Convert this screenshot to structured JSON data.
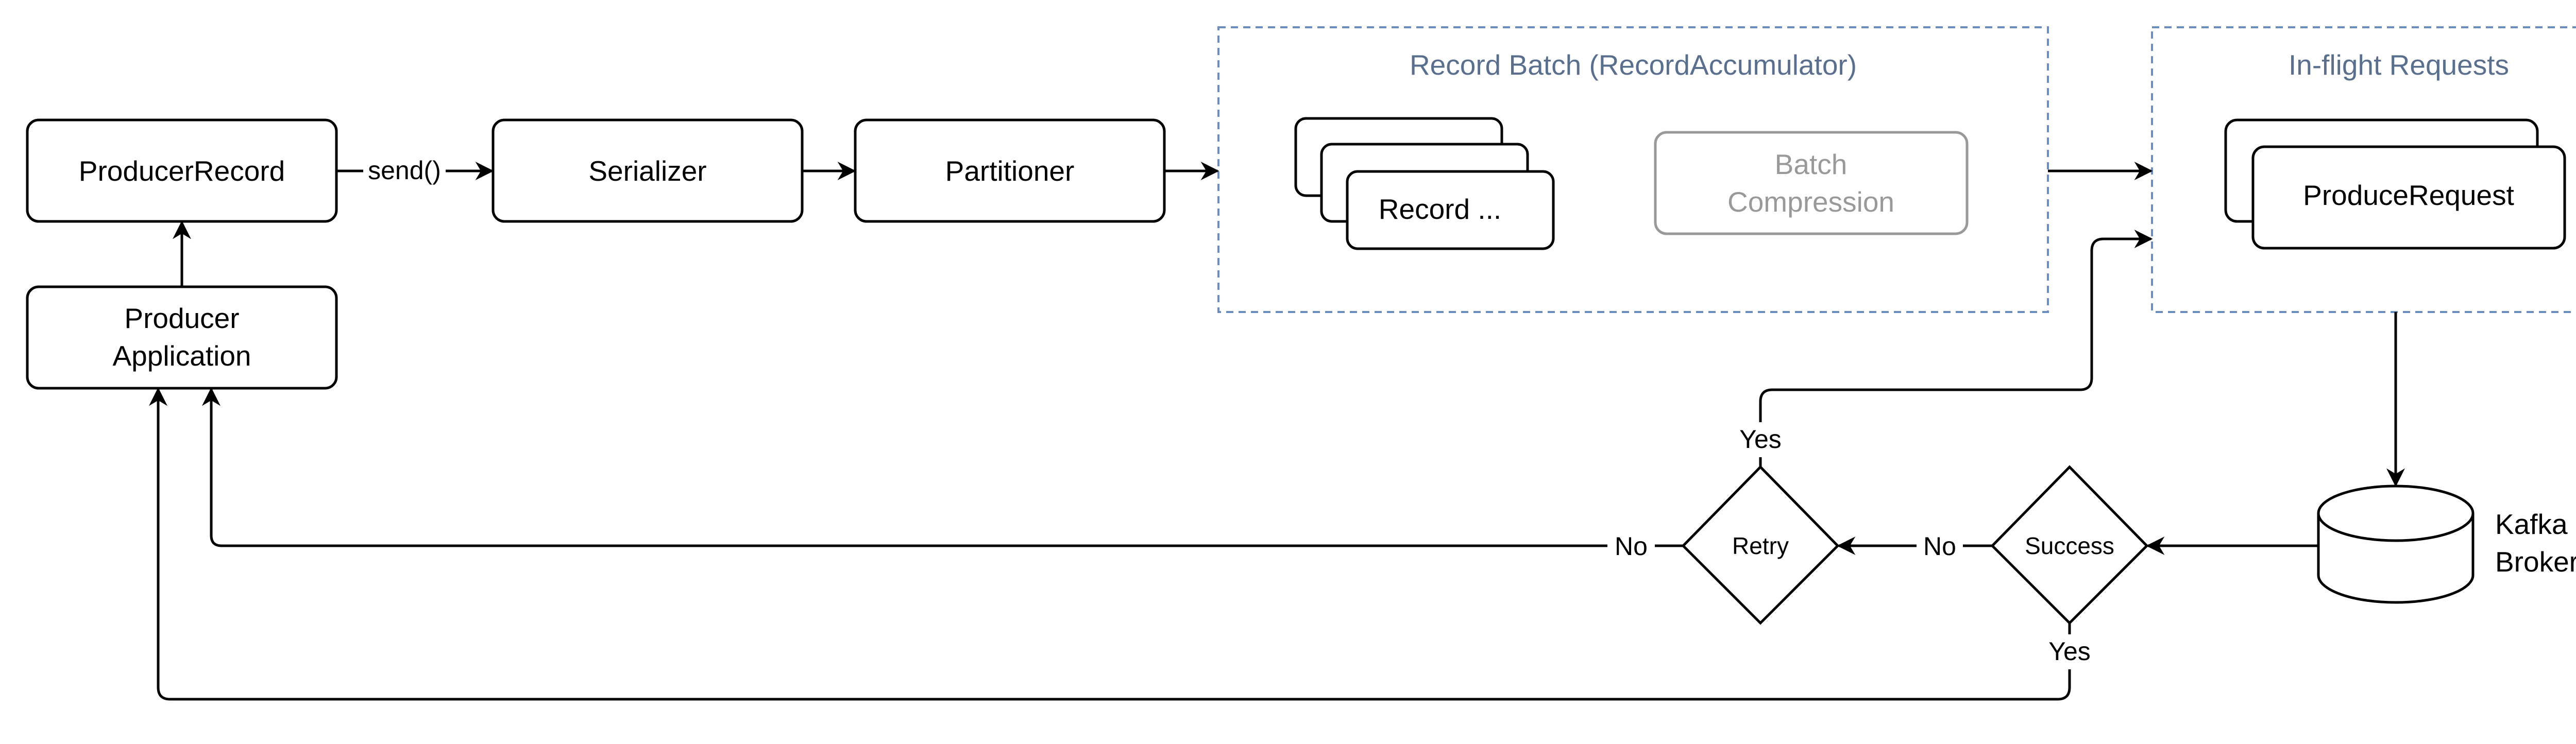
{
  "colors": {
    "stroke": "#000000",
    "group_border": "#6c8ebf",
    "group_title": "#5a6f8d",
    "disabled": "#999999",
    "background": "#ffffff"
  },
  "nodes": {
    "producer_record": "ProducerRecord",
    "serializer": "Serializer",
    "partitioner": "Partitioner",
    "producer_application_line1": "Producer",
    "producer_application_line2": "Application",
    "record_stack": "Record ...",
    "batch_compression_line1": "Batch",
    "batch_compression_line2": "Compression",
    "produce_request": "ProduceRequest",
    "kafka_broker_line1": "Kafka",
    "kafka_broker_line2": "Broker",
    "success": "Success",
    "retry": "Retry"
  },
  "groups": {
    "record_batch": "Record Batch (RecordAccumulator)",
    "inflight": "In-flight Requests"
  },
  "edges": {
    "send": "send()",
    "success_no": "No",
    "success_yes": "Yes",
    "retry_no": "No",
    "retry_yes": "Yes"
  }
}
